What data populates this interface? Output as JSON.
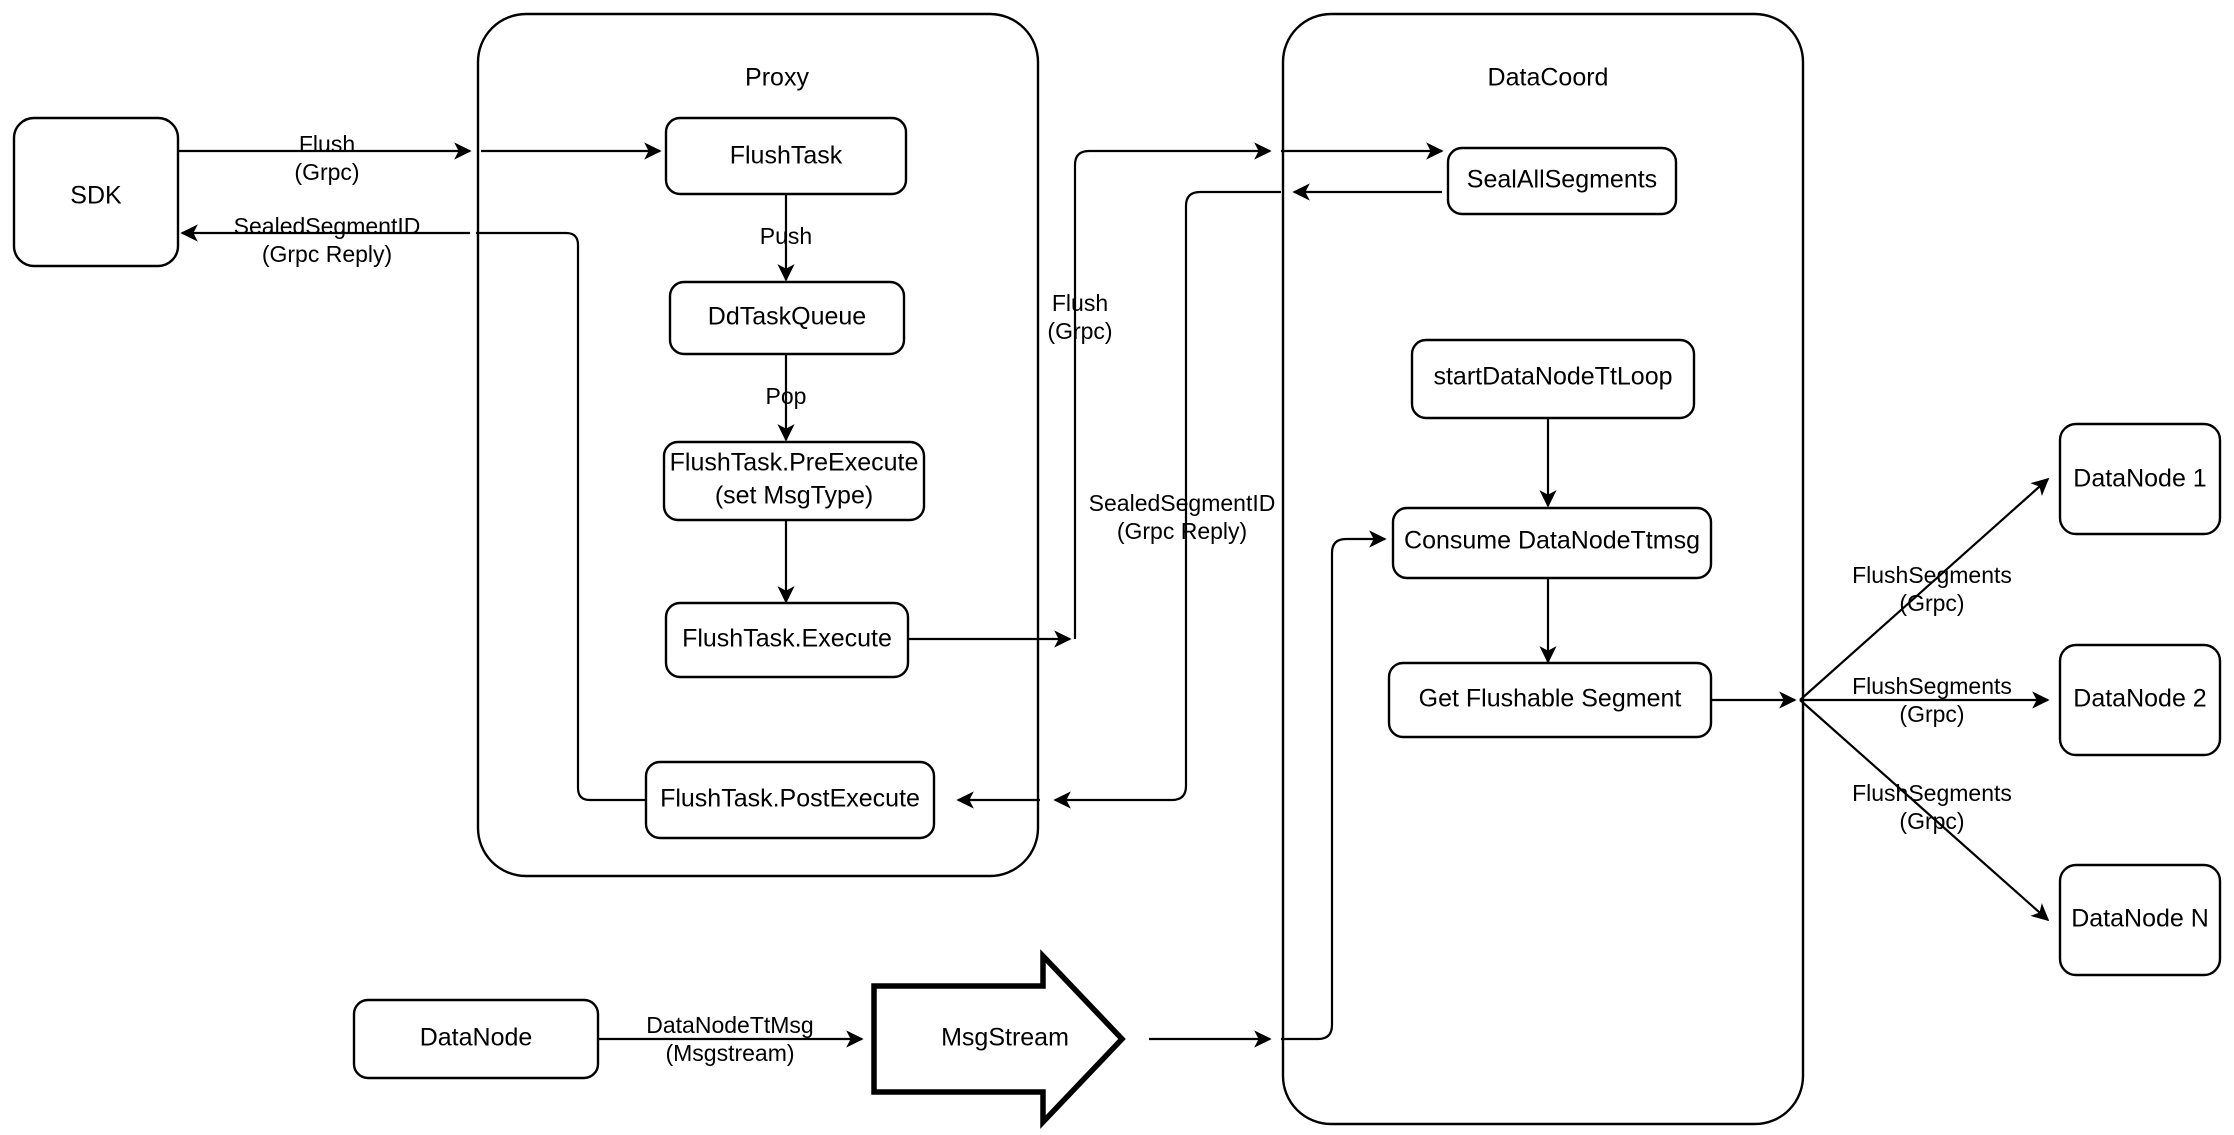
{
  "diagram": {
    "title_groups": [
      {
        "id": "proxy",
        "label": "Proxy"
      },
      {
        "id": "datacoord",
        "label": "DataCoord"
      }
    ],
    "nodes": {
      "sdk": "SDK",
      "flush_task": "FlushTask",
      "dd_task_queue": "DdTaskQueue",
      "pre_execute_line1": "FlushTask.PreExecute",
      "pre_execute_line2": "(set MsgType)",
      "execute": "FlushTask.Execute",
      "post_execute": "FlushTask.PostExecute",
      "seal_all_segments": "SealAllSegments",
      "start_datanode_tt_loop": "startDataNodeTtLoop",
      "consume_datanode_ttmsg": "Consume DataNodeTtmsg",
      "get_flushable_segment": "Get Flushable Segment",
      "datanode_producer": "DataNode",
      "msgstream": "MsgStream",
      "datanode_1": "DataNode 1",
      "datanode_2": "DataNode 2",
      "datanode_n": "DataNode N"
    },
    "edge_labels": {
      "sdk_flush_line1": "Flush",
      "sdk_flush_line2": "(Grpc)",
      "sdk_reply_line1": "SealedSegmentID",
      "sdk_reply_line2": "(Grpc Reply)",
      "push": "Push",
      "pop": "Pop",
      "proxy_flush_line1": "Flush",
      "proxy_flush_line2": "(Grpc)",
      "proxy_reply_line1": "SealedSegmentID",
      "proxy_reply_line2": "(Grpc Reply)",
      "datanode_ttmsg_line1": "DataNodeTtMsg",
      "datanode_ttmsg_line2": "(Msgstream)",
      "flush_segments_1_line1": "FlushSegments",
      "flush_segments_1_line2": "(Grpc)",
      "flush_segments_2_line1": "FlushSegments",
      "flush_segments_2_line2": "(Grpc)",
      "flush_segments_n_line1": "FlushSegments",
      "flush_segments_n_line2": "(Grpc)"
    },
    "colors": {
      "stroke": "#000000",
      "fill": "#ffffff",
      "text": "#000000"
    }
  }
}
